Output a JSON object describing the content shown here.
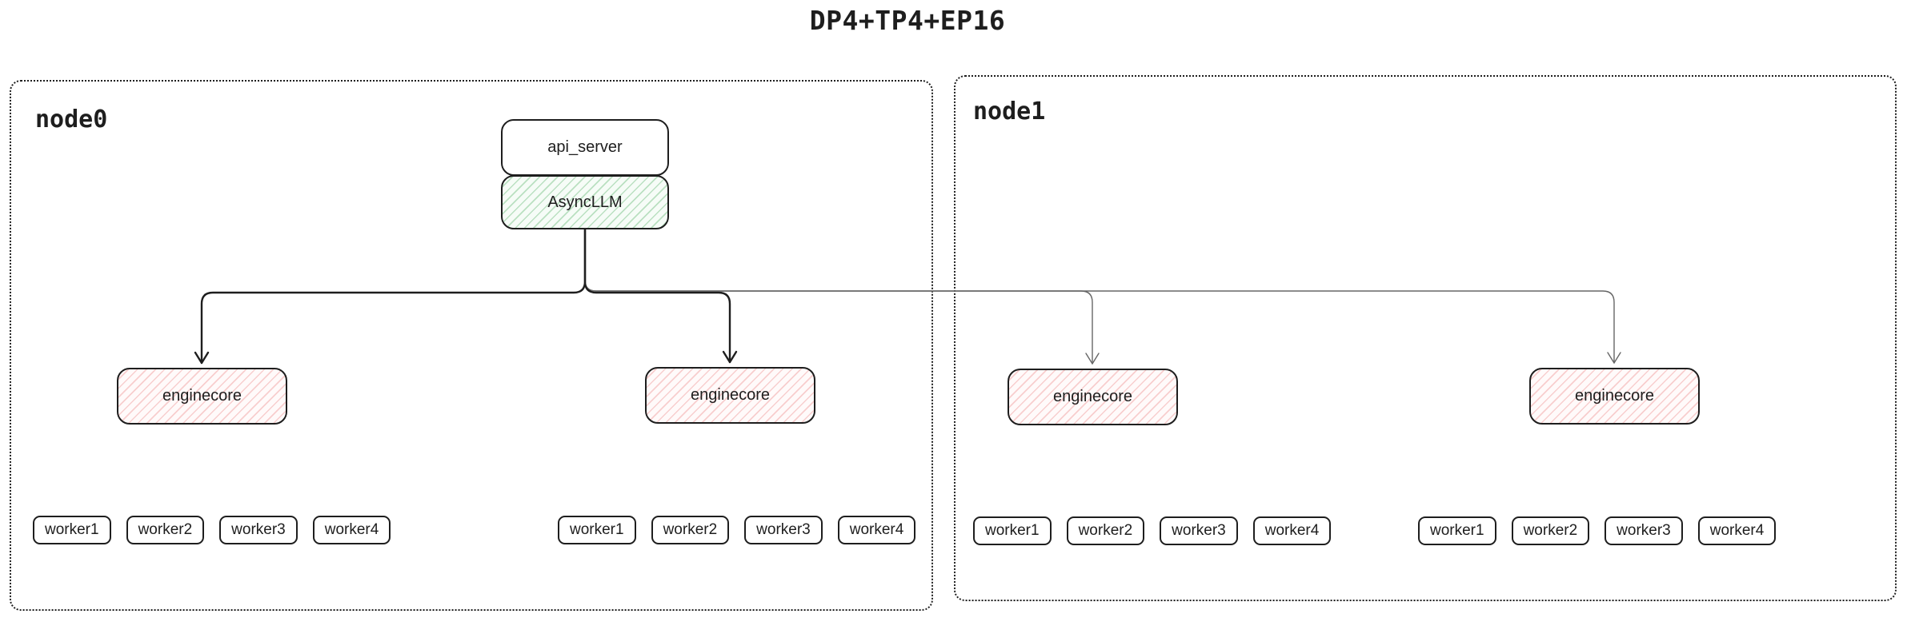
{
  "title": "DP4+TP4+EP16",
  "nodes": {
    "node0": {
      "label": "node0"
    },
    "node1": {
      "label": "node1"
    }
  },
  "api_server": {
    "label": "api_server"
  },
  "asyncllm": {
    "label": "AsyncLLM"
  },
  "enginecores": [
    "enginecore",
    "enginecore",
    "enginecore",
    "enginecore"
  ],
  "worker_groups": [
    [
      "worker1",
      "worker2",
      "worker3",
      "worker4"
    ],
    [
      "worker1",
      "worker2",
      "worker3",
      "worker4"
    ],
    [
      "worker1",
      "worker2",
      "worker3",
      "worker4"
    ],
    [
      "worker1",
      "worker2",
      "worker3",
      "worker4"
    ]
  ],
  "colors": {
    "border": "#1e1e1e",
    "asyncllm_fill_hatch": "#2f9e44",
    "enginecore_fill_hatch": "#e03131",
    "connector_primary": "#1e1e1e",
    "connector_secondary": "#666666"
  }
}
